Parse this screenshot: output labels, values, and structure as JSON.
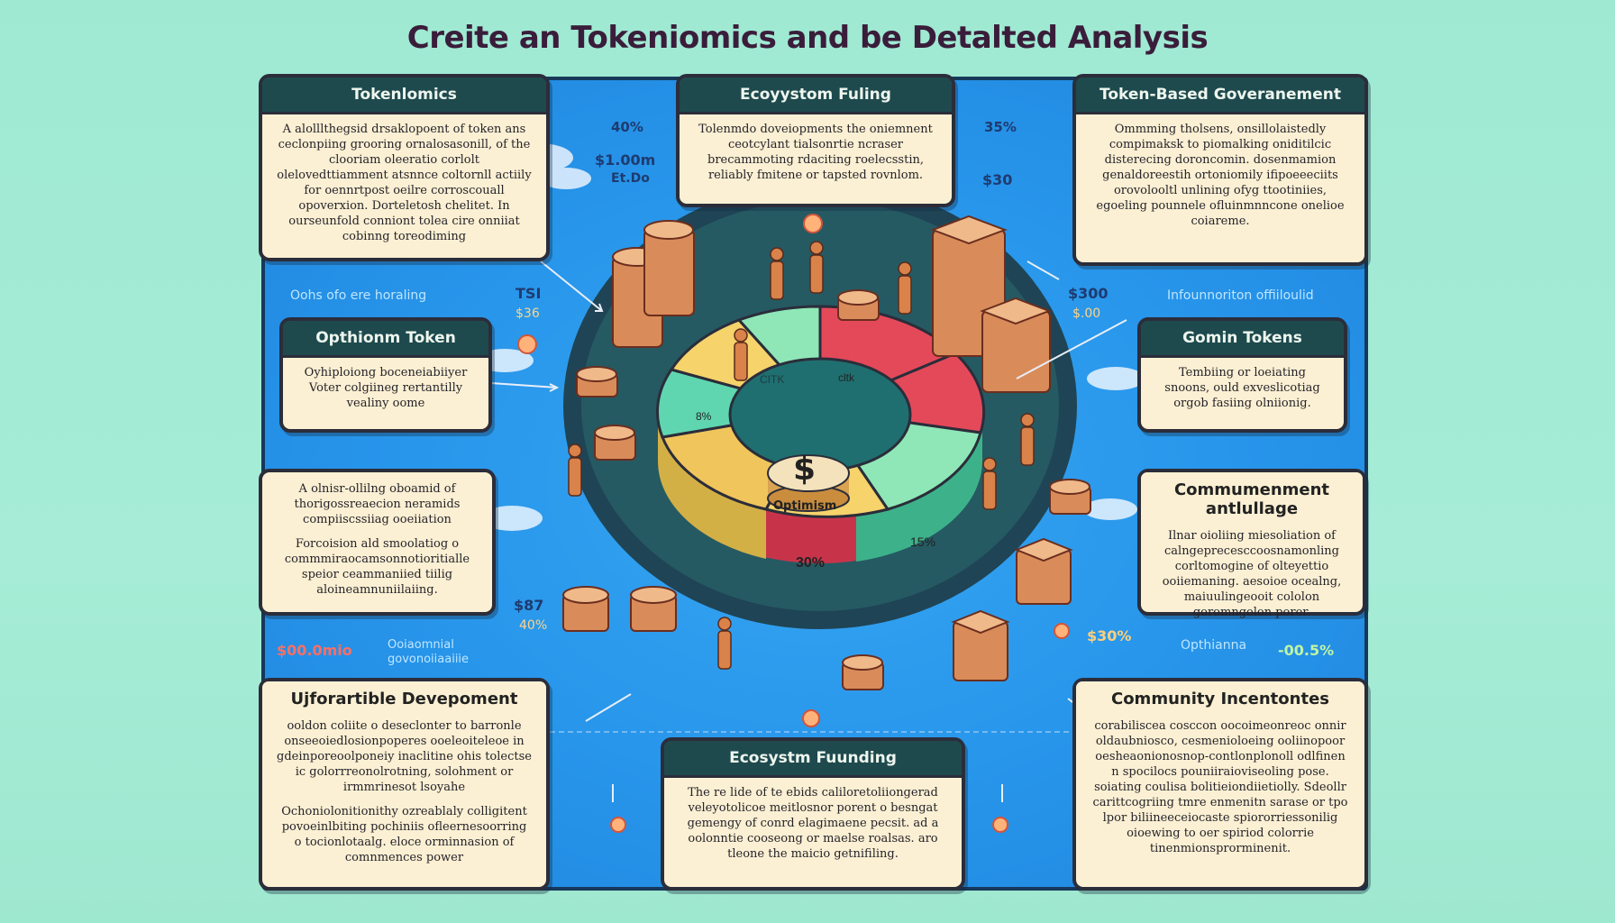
{
  "title": "Creite an Tokeniomics and be Detalted Analysis",
  "cards": {
    "tokenomics": {
      "heading": "Tokenlomics",
      "body": [
        "A alolllthegsid drsaklopoent of token ans ceclonpiing grooring ornalosasonill, of the clooriam oleeratio corlolt olelovedttiamment atsnnce coltornll actiily for oennrtpost oeilre corroscouall opoverxion. Dorteletosh chelitet. In ourseunfold conniont tolea cire onniiat cobinng toreodiming"
      ]
    },
    "ecosystem_top": {
      "heading": "Ecoyystom Fuling",
      "body": [
        "Tolenmdo doveiopments the oniemnent ceotcylant tialsonrtie ncraser brecammoting rdaciting roelecsstin, reliably fmitene or tapsted rovnlom."
      ]
    },
    "governance": {
      "heading": "Token-Based Goveranement",
      "body": [
        "Ommming tholsens, onsillolaistedly compimaksk to piomalking oniditilcic disterecing doroncomin. dosenmamion genaldoreestih ortoniomily ifipoeeeciits orovolooltl unlining ofyg ttootiniies, egoeling pounnele ofluinmnncone onelioe coiareme."
      ]
    },
    "optimism": {
      "heading": "Opthionm Token",
      "body": [
        "Oyhiploiong boceneiabiiyer Voter colgiineg rertantilly vealiny oome"
      ]
    },
    "gomin": {
      "heading": "Gomin Tokens",
      "body": [
        "Tembiing or loeiating snoons, ould exveslicotiag orgob fasiing olniionig."
      ]
    },
    "left_mid": {
      "heading": "",
      "body": [
        "A olnisr-ollilng oboamid of thorigossreaecion neramids compiiscssiiag ooeiiation",
        "Forcoision ald smoolatiog o commmiraocamsonnotioritialle speior ceammaniied tiilig aloineamnuniilaiing."
      ]
    },
    "community_building": {
      "heading": "Commumenment antlullage",
      "body": [
        "Ilnar oioliing miesoliation of calngeprecesccoosnamonling corltomogine of olteyettio ooiiemaning. aesoioe ocealng, maiuulingeooit cololon goromngelon porer."
      ]
    },
    "upgradable": {
      "heading": "Ujforartible Devepoment",
      "body": [
        "ooldon coliite o deseclonter to barronle onseeoiedlosionpoperes ooeleoiteleoe in gdeinporeoolponeiy inaclitine ohis tolectse ic golorrreonolrotning, solohment or irmmrinesot lsoyahe",
        "Ochoniolonitionithy ozreablaly colligitent povoeinlbiting pochiniis ofleernesoorring o tocionlotaalg. eloce orminnasion of comnmences power"
      ]
    },
    "ecosystem_bottom": {
      "heading": "Ecosystm Fuunding",
      "body": [
        "The re lide of te ebids caliloretoliiongerad veleyotolicoe meitlosnor porent o besngat gemengy of conrd elagimaene pecsit. ad a oolonntie cooseong or maelse roalsas. aro tleone the maicio getnifiling."
      ]
    },
    "incentives": {
      "heading": "Community Incentontes",
      "body": [
        "corabiliscea cosccon oocoimeonreoc onnir oldaubniosco, cesmenioloeing ooliinopoor oesheaonionosnop-contlonplonoll odlfinen n spocilocs pouniiraioviseoling pose. soiating coulisa bolitieiondiietiolly. Sdeollr carittcogriing tmre enmenitn sarase or tpo lpor biliineeceiocaste spiororriessonilig oioewing to oer spiriod colorrie tinenmionsprorminenit."
      ]
    }
  },
  "tags": {
    "t40": "40%",
    "t300": "$1.00m",
    "t600": "Et.Do",
    "t35": "35%",
    "t30": "$30",
    "opt_left": "Oohs ofo ere horaling",
    "tsi": "TSI",
    "s36": "$36",
    "info_right": "Infounnoriton offiiloulid",
    "s300": "$300",
    "s500": "$.00",
    "s87": "$87",
    "p40": "40%",
    "s300m": "$00.0mio",
    "ogov": "Ooiaomnial govonoiiaaiiie",
    "p30r": "$30%",
    "opth": "Opthianna",
    "neg": "-00.5%"
  },
  "center": {
    "symbol": "$",
    "label": "Optimism",
    "segment_labels": {
      "ctk": "CITK",
      "ctk2": "cltk",
      "p8": "8%",
      "p15": "15%",
      "p30": "30%"
    }
  },
  "colors": {
    "board": "#2795ea",
    "card": "#fbf0d3",
    "header": "#1e4a4e",
    "seg_teal": "#5fd6b0",
    "seg_red": "#e4495a",
    "seg_yellow": "#f6d36b",
    "seg_green": "#8fe7b7",
    "ring": "#1f4455",
    "coin": "#d98c5a"
  },
  "icons": [
    "coin-stack-icon",
    "person-icon",
    "dollar-coin-icon",
    "arrow-icon",
    "cloud-icon"
  ]
}
